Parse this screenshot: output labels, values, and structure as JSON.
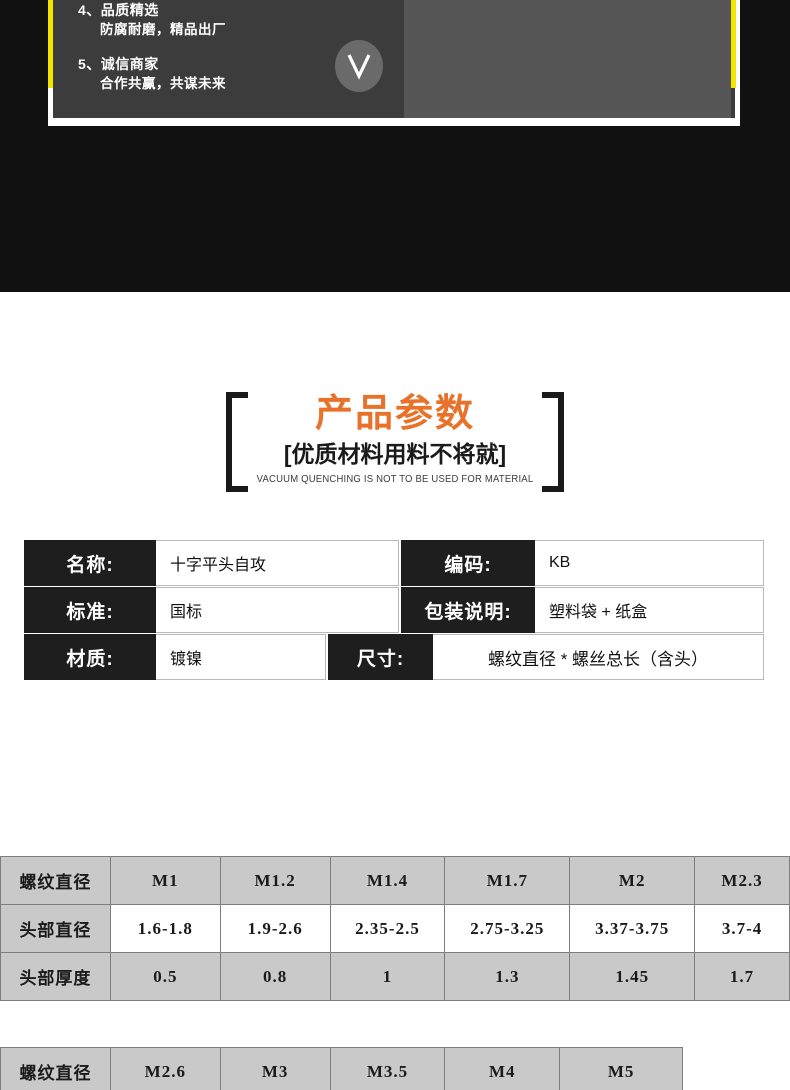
{
  "banner": {
    "points": [
      {
        "index": "4、",
        "title": "品质精选",
        "sub": "防腐耐磨，精品出厂"
      },
      {
        "index": "5、",
        "title": "诚信商家",
        "sub": "合作共赢，共谋未来"
      }
    ],
    "scroll_button_icon": "chevron-down-icon",
    "accent_yellow": "#f2e600",
    "panel_bg": "#3c3c3c"
  },
  "section_title": {
    "main": "产品参数",
    "sub": "[优质材料用料不将就]",
    "english": "VACUUM QUENCHING IS NOT TO BE USED FOR MATERIAL",
    "accent_orange": "#e8722a"
  },
  "spec_table": {
    "rows": [
      {
        "left_label": "名称:",
        "left_value": "十字平头自攻",
        "right_label": "编码:",
        "right_value": "KB"
      },
      {
        "left_label": "标准:",
        "left_value": "国标",
        "right_label": "包装说明:",
        "right_value": "塑料袋 + 纸盒"
      },
      {
        "left_label": "材质:",
        "left_value": "镀镍",
        "right_label": "尺寸:",
        "right_value": "螺纹直径 * 螺丝总长（含头）"
      }
    ]
  },
  "chart_data": [
    {
      "type": "table",
      "title": "螺纹尺寸表 1",
      "row_headers": [
        "螺纹直径",
        "头部直径",
        "头部厚度"
      ],
      "rows": [
        [
          "螺纹直径",
          "M1",
          "M1.2",
          "M1.4",
          "M1.7",
          "M2",
          "M2.3"
        ],
        [
          "头部直径",
          "1.6-1.8",
          "1.9-2.6",
          "2.35-2.5",
          "2.75-3.25",
          "3.37-3.75",
          "3.7-4"
        ],
        [
          "头部厚度",
          "0.5",
          "0.8",
          "1",
          "1.3",
          "1.45",
          "1.7"
        ]
      ]
    },
    {
      "type": "table",
      "title": "螺纹尺寸表 2",
      "row_headers": [
        "螺纹直径"
      ],
      "rows": [
        [
          "螺纹直径",
          "M2.6",
          "M3",
          "M3.5",
          "M4",
          "M5"
        ]
      ]
    }
  ]
}
